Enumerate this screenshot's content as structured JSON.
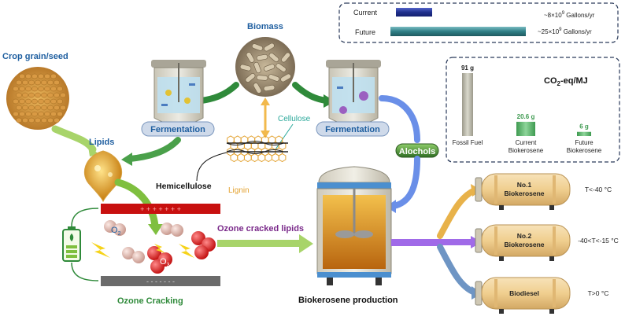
{
  "labels": {
    "crop_grain": "Crop grain/seed",
    "biomass": "Biomass",
    "fermentation_left": "Fermentation",
    "fermentation_right": "Fermentation",
    "cellulose": "Cellulose",
    "hemicellulose": "Hemicellulose",
    "lignin": "Lignin",
    "lipids": "Lipids",
    "alcohols": "Alochols",
    "ozone_cracked": "Ozone cracked lipids",
    "ozone_cracking": "Ozone Cracking",
    "biokerosene_production": "Biokerosene production",
    "o2": "O",
    "o2_sub": "2",
    "o3": "O",
    "o3_sub": "3",
    "plus_row": "+ + + + + + +",
    "minus_row": "- - - - - - -"
  },
  "production_legend": {
    "current_label": "Current",
    "future_label": "Future",
    "current_value": "~8×10",
    "current_exp": "9",
    "future_value": "~25×10",
    "future_exp": "9",
    "unit": " Gallons/yr",
    "current_color": "#1f2f8c",
    "future_color": "#2f7f86"
  },
  "emissions": {
    "title": "CO",
    "title_sub": "2",
    "title_rest": "-eq/MJ",
    "bars": [
      {
        "label_line1": "Fossil Fuel",
        "label_line2": "",
        "value": 91,
        "value_label": "91 g",
        "color": "#b8b7aa"
      },
      {
        "label_line1": "Current",
        "label_line2": "Biokerosene",
        "value": 20.6,
        "value_label": "20.6 g",
        "color": "#58b36a"
      },
      {
        "label_line1": "Future",
        "label_line2": "Biokerosene",
        "value": 6,
        "value_label": "6 g",
        "color": "#3e9a50"
      }
    ]
  },
  "tanks": [
    {
      "name_line1": "No.1",
      "name_line2": "Biokerosene",
      "condition": "T<-40 °C"
    },
    {
      "name_line1": "No.2",
      "name_line2": "Biokerosene",
      "condition": "-40<T<-15 °C"
    },
    {
      "name_line1": "Biodiesel",
      "name_line2": "",
      "condition": "T>0 °C"
    }
  ],
  "colors": {
    "green_arrow": "#7fbf3f",
    "dark_green_arrow": "#2f8a3a",
    "blue_arrow": "#6a8fe8",
    "orange_arrow": "#e8b24a",
    "purple_arrow": "#9a4fe0",
    "steel_arrow": "#6e95c4",
    "label_blue": "#1f5fa0",
    "ozone_text": "#7a2a8a"
  }
}
